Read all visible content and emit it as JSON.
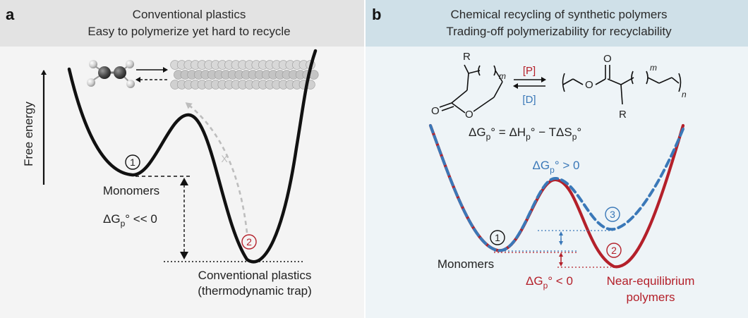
{
  "panel_a": {
    "letter": "a",
    "title_line1": "Conventional plastics",
    "title_line2": "Easy to polymerize yet hard to recycle",
    "y_axis_label": "Free energy",
    "state1_marker": "1",
    "state2_marker": "2",
    "monomers_label": "Monomers",
    "delta_g_symbol": "ΔG",
    "delta_g_sub": "p",
    "delta_g_rest": "° << 0",
    "blocked_marker": "X",
    "plastics_line1": "Conventional plastics",
    "plastics_line2": "(thermodynamic trap)"
  },
  "panel_b": {
    "letter": "b",
    "title_line1": "Chemical recycling of synthetic polymers",
    "title_line2": "Trading-off polymerizability for recyclability",
    "reaction": {
      "r_group": "R",
      "m_sub": "m",
      "n_sub": "n",
      "carbonyl_o": "O",
      "ring_o": "O",
      "ester_o_top": "O",
      "ester_o": "O",
      "forward_label": "[P]",
      "reverse_label": "[D]"
    },
    "equation": {
      "lhs": "ΔG",
      "lhs_sub": "p",
      "mid": "° = ΔH",
      "mid_sub": "p",
      "rhs_a": "° − TΔS",
      "rhs_sub": "p",
      "rhs_b": "°"
    },
    "dg_positive": {
      "sym": "ΔG",
      "sub": "p",
      "rest": "° > 0"
    },
    "dg_negative": {
      "sym": "ΔG",
      "sub": "p",
      "rest": "° < 0"
    },
    "state1_marker": "1",
    "state2_marker": "2",
    "state3_marker": "3",
    "monomers_label": "Monomers",
    "polymers_line1": "Near-equilibrium",
    "polymers_line2": "polymers"
  },
  "colors": {
    "header_a_bg": "#e3e3e3",
    "header_b_bg": "#cfe0e8",
    "panel_a_bg": "#f4f4f4",
    "panel_b_bg": "#eef4f7",
    "red": "#b4202a",
    "blue": "#3a78b8"
  }
}
